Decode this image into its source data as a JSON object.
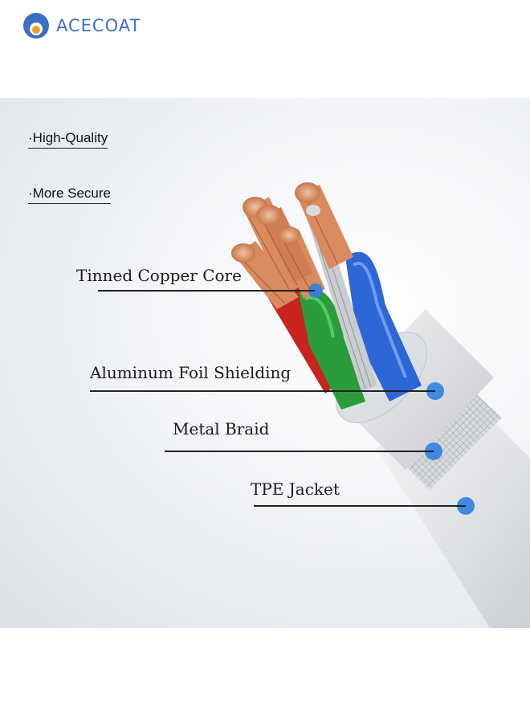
{
  "brand": {
    "name": "ACECOAT",
    "color": "#3a6fc4",
    "accent": "#f0a020"
  },
  "bullets": [
    "·High-Quality",
    "·More Secure"
  ],
  "callouts": [
    "Tinned Copper Core",
    "Aluminum Foil Shielding",
    "Metal Braid",
    "TPE Jacket"
  ],
  "colors": {
    "dot": "#2f7fe0",
    "green": "#2a9d3a",
    "blue": "#2d66d6",
    "red": "#c8231c",
    "copper": "#d98a5f"
  }
}
